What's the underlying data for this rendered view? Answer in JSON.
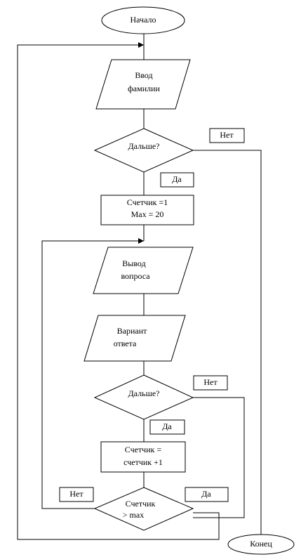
{
  "nodes": {
    "start": "Начало",
    "input_surname": [
      "Ввод",
      "фамилии"
    ],
    "decision_more_1": "Дальше?",
    "no_label_1": "Нет",
    "yes_label_1": "Да",
    "init_counter": [
      "Счетчик =1",
      "Max = 20"
    ],
    "output_question": [
      "Вывод",
      "вопроса"
    ],
    "answer_variant": [
      "Вариант",
      "ответа"
    ],
    "decision_more_2": "Дальше?",
    "no_label_2": "Нет",
    "yes_label_2": "Да",
    "increment_counter": [
      "Счетчик =",
      "счетчик +1"
    ],
    "no_label_3": "Нет",
    "yes_label_3": "Да",
    "decision_counter_max": [
      "Счетчик",
      "> max"
    ],
    "end": "Конец"
  }
}
